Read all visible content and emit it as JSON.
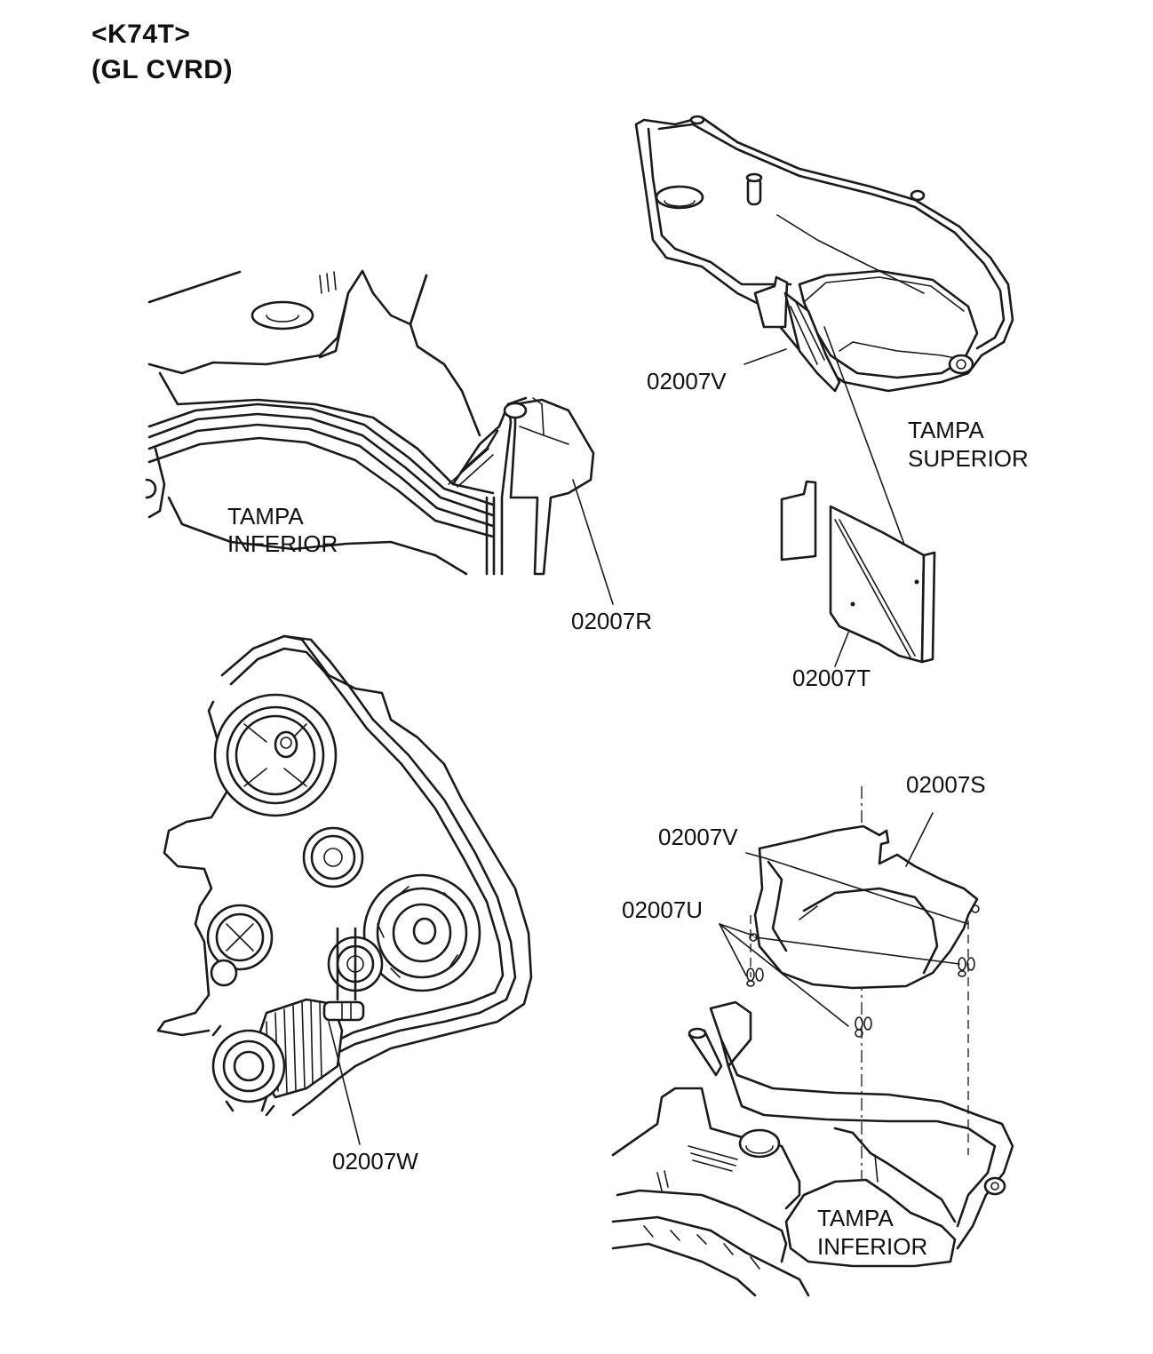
{
  "header": {
    "model": "<K74T>",
    "variant": "(GL CVRD)"
  },
  "labels": {
    "cover_lower_1": [
      "TAMPA",
      "INFERIOR"
    ],
    "cover_upper": [
      "TAMPA",
      "SUPERIOR"
    ],
    "cover_lower_2": [
      "TAMPA",
      "INFERIOR"
    ]
  },
  "parts": {
    "r": "02007R",
    "v_top": "02007V",
    "t": "02007T",
    "w": "02007W",
    "s": "02007S",
    "v_bottom": "02007V",
    "u": "02007U"
  }
}
